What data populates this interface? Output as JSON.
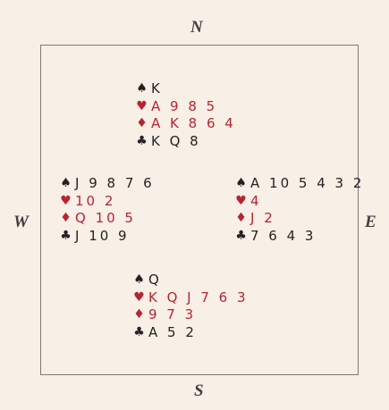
{
  "directions": {
    "north": "N",
    "south": "S",
    "west": "W",
    "east": "E"
  },
  "suit_glyphs": {
    "spades": "♠",
    "hearts": "♥",
    "diamonds": "♦",
    "clubs": "♣"
  },
  "colors": {
    "background": "#f8efe6",
    "black_suit": "#232323",
    "red_suit": "#b52533",
    "frame": "#7b7b7b"
  },
  "hands": {
    "north": {
      "spades": "K",
      "hearts": "A 9 8 5",
      "diamonds": "A K 8 6 4",
      "clubs": "K Q 8"
    },
    "west": {
      "spades": "J 9 8 7 6",
      "hearts": "10 2",
      "diamonds": "Q 10 5",
      "clubs": "J 10 9"
    },
    "east": {
      "spades": "A 10 5 4 3 2",
      "hearts": "4",
      "diamonds": "J 2",
      "clubs": "7 6 4 3"
    },
    "south": {
      "spades": "Q",
      "hearts": "K Q J 7 6 3",
      "diamonds": "9 7 3",
      "clubs": "A 5 2"
    }
  }
}
